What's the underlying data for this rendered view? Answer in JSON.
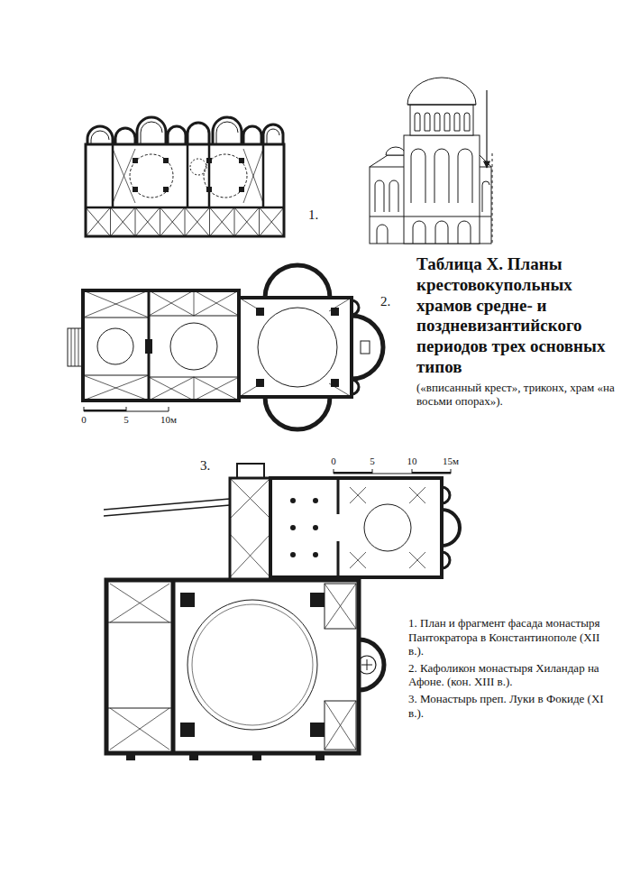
{
  "diagram": {
    "title": "Таблица X. Планы крестовокупольных храмов средне- и поздневизантийского периодов трех основных типов",
    "caption": "(«вписанный крест», триконх, храм «на восьми опорах»).",
    "labels": [
      "1.",
      "2.",
      "3.",
      "0",
      "5",
      "10м",
      "0",
      "5",
      "10",
      "15м",
      "1. План и фрагмент фасада монастыря Пантократора в Константинополе (XII в.).",
      "2. Кафоликон монастыря Хиландар на Афоне. (кон. XIII в.).",
      "3. Монастырь преп. Луки в Фокиде (XI в.)."
    ]
  }
}
